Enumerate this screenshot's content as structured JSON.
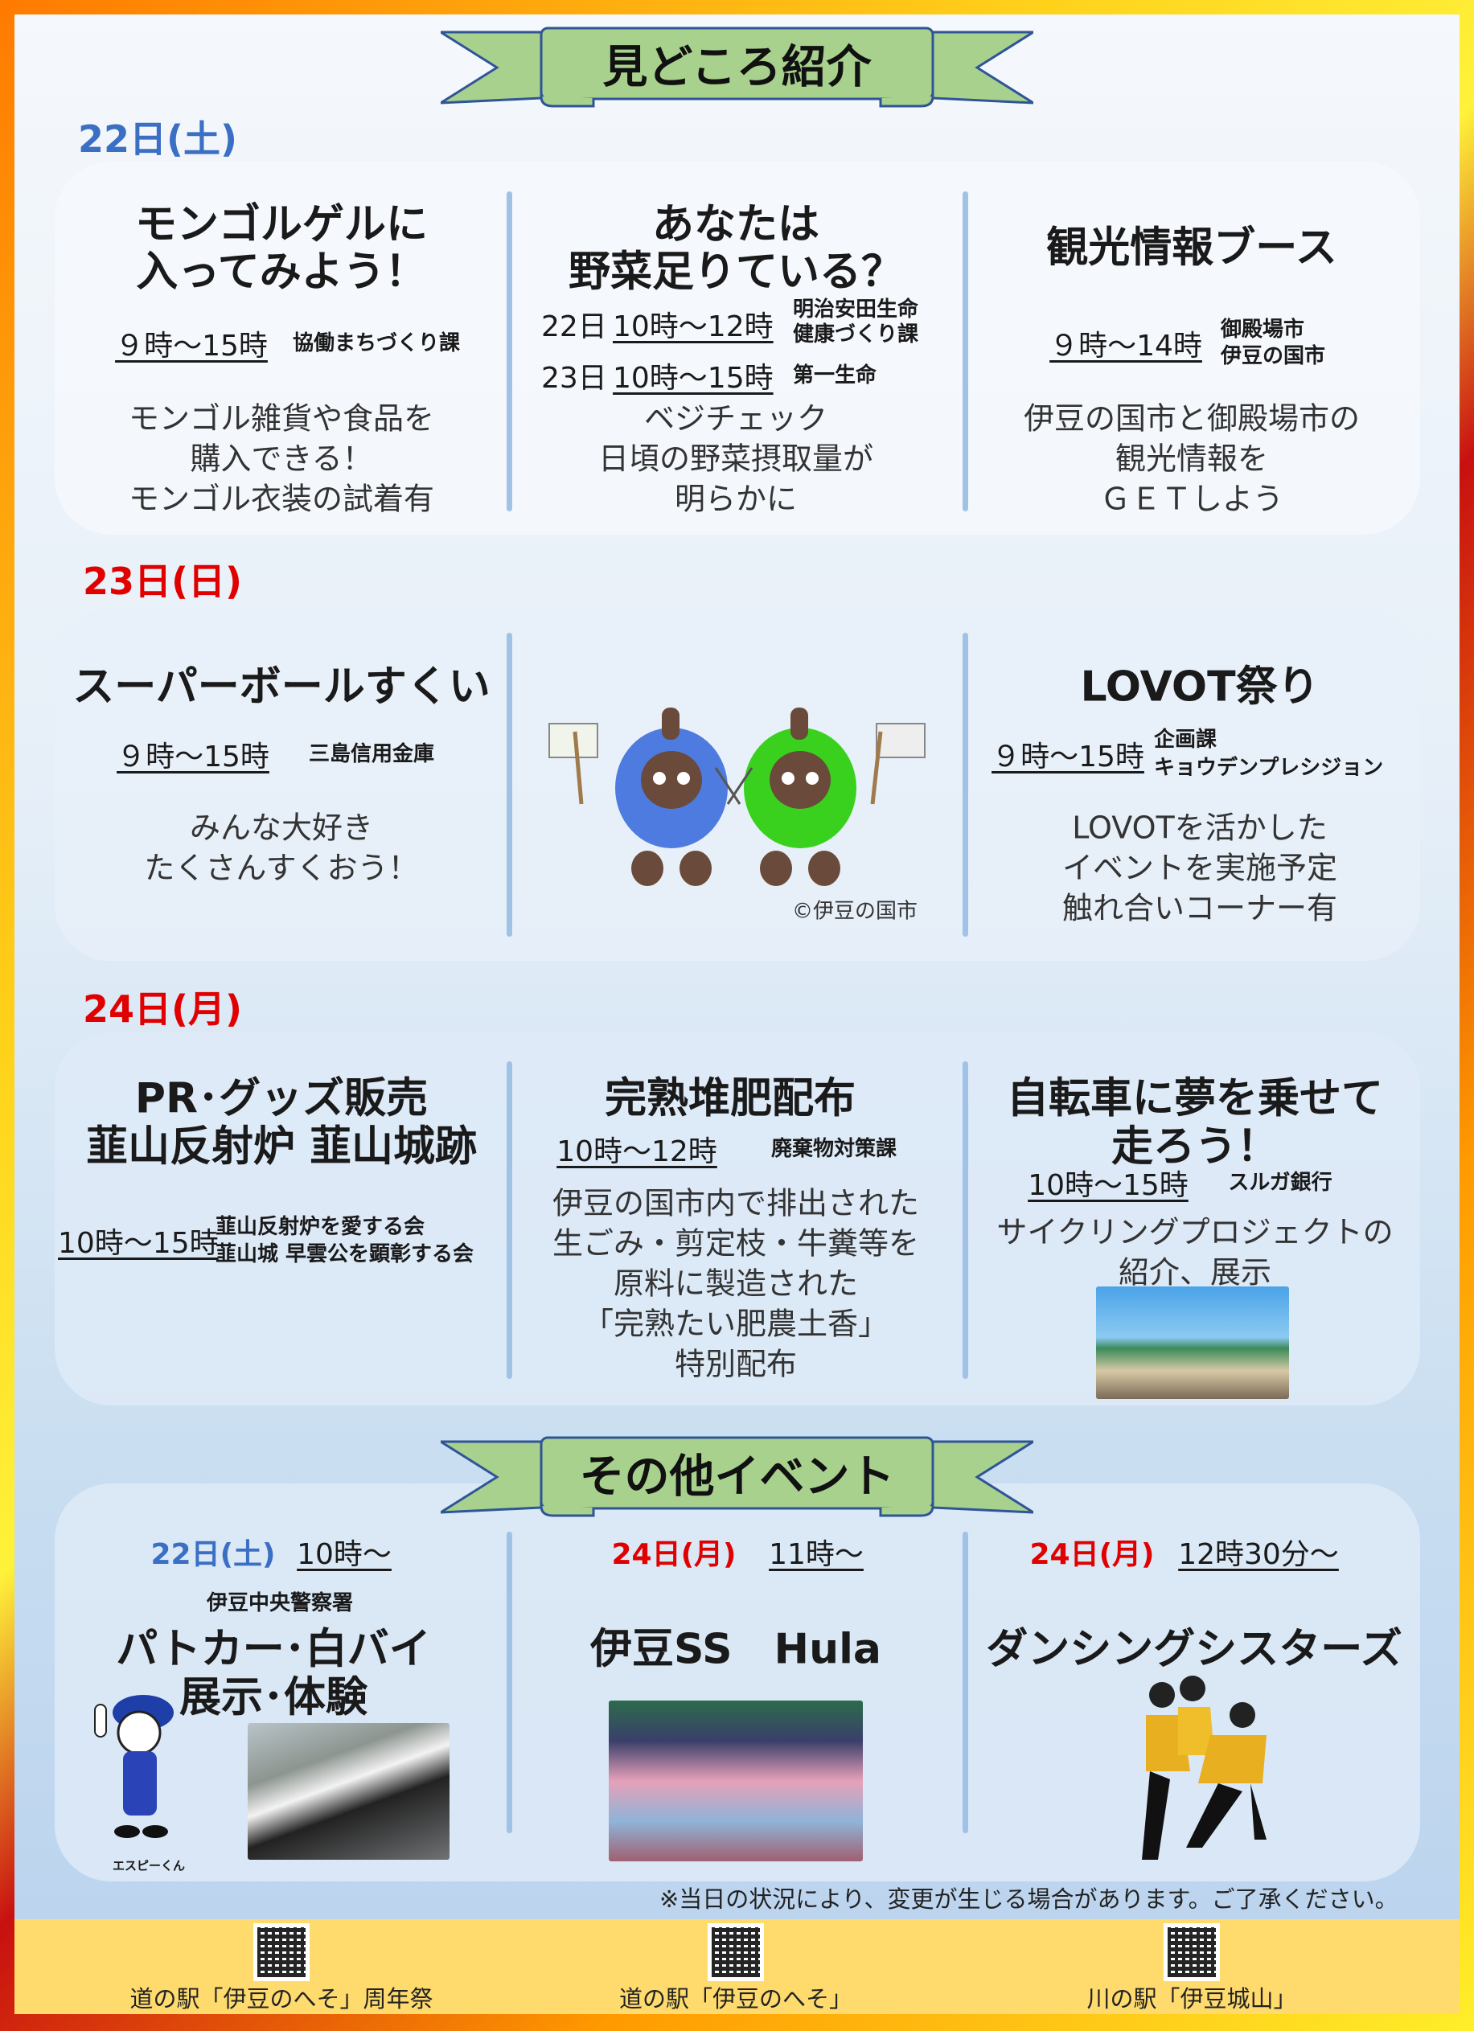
{
  "banners": {
    "main": "見どころ紹介",
    "other": "その他イベント"
  },
  "day22": {
    "date": "22日(土)",
    "items": [
      {
        "title": [
          "モンゴルゲルに",
          "入ってみよう！"
        ],
        "time": "９時～15時",
        "org": "協働まちづくり課",
        "desc": [
          "モンゴル雑貨や食品を",
          "購入できる！",
          "モンゴル衣装の試着有"
        ]
      },
      {
        "title": [
          "あなたは",
          "野菜足りている？"
        ],
        "rows": [
          {
            "day": "22日",
            "time": "10時～12時",
            "org": [
              "明治安田生命",
              "健康づくり課"
            ]
          },
          {
            "day": "23日",
            "time": "10時～15時",
            "org": [
              "第一生命"
            ]
          }
        ],
        "desc": [
          "ベジチェック",
          "日頃の野菜摂取量が",
          "明らかに"
        ]
      },
      {
        "title": [
          "観光情報ブース"
        ],
        "time": "９時～14時",
        "org": [
          "御殿場市",
          "伊豆の国市"
        ],
        "desc": [
          "伊豆の国市と御殿場市の",
          "観光情報を",
          "ＧＥＴしよう"
        ]
      }
    ]
  },
  "day23": {
    "date": "23日(日)",
    "items": [
      {
        "title": [
          "スーパーボールすくい"
        ],
        "time": "９時～15時",
        "org": "三島信用金庫",
        "desc": [
          "みんな大好き",
          "たくさんすくおう！"
        ]
      },
      {
        "credit": "©伊豆の国市"
      },
      {
        "title": [
          "LOVOT祭り"
        ],
        "time": "９時～15時",
        "org": [
          "企画課",
          "キョウデンプレシジョン"
        ],
        "desc": [
          "LOVOTを活かした",
          "イベントを実施予定",
          "触れ合いコーナー有"
        ]
      }
    ]
  },
  "day24": {
    "date": "24日(月)",
    "items": [
      {
        "title": [
          "PR･グッズ販売",
          "韮山反射炉 韮山城跡"
        ],
        "time": "10時～15時",
        "org": [
          "韮山反射炉を愛する会",
          "韮山城 早雲公を顕彰する会"
        ]
      },
      {
        "title": [
          "完熟堆肥配布"
        ],
        "time": "10時～12時",
        "org": "廃棄物対策課",
        "desc": [
          "伊豆の国市内で排出された",
          "生ごみ・剪定枝・牛糞等を",
          "原料に製造された",
          "「完熟たい肥農土香」",
          "特別配布"
        ]
      },
      {
        "title": [
          "自転車に夢を乗せて",
          "走ろう！"
        ],
        "time": "10時～15時",
        "org": "スルガ銀行",
        "desc": [
          "サイクリングプロジェクトの",
          "紹介、展示"
        ]
      }
    ]
  },
  "other": [
    {
      "date": "22日(土)",
      "time": "10時～",
      "org": "伊豆中央警察署",
      "title": [
        "パトカー･白バイ",
        "展示･体験"
      ],
      "mascot": "エスピーくん"
    },
    {
      "date": "24日(月)",
      "time": "11時～",
      "title": [
        "伊豆SS　Hula"
      ]
    },
    {
      "date": "24日(月)",
      "time": "12時30分～",
      "title": [
        "ダンシングシスターズ"
      ]
    }
  ],
  "notice": "※当日の状況により、変更が生じる場合があります。ご了承ください。",
  "footer": [
    "道の駅「伊豆のへそ」周年祭",
    "道の駅「伊豆のへそ」",
    "川の駅「伊豆城山」"
  ],
  "colors": {
    "saturday": "#3a6fc4",
    "sunday_monday": "#e00000",
    "ribbon": "#a9d18e",
    "footer": "#ffdb6e"
  }
}
